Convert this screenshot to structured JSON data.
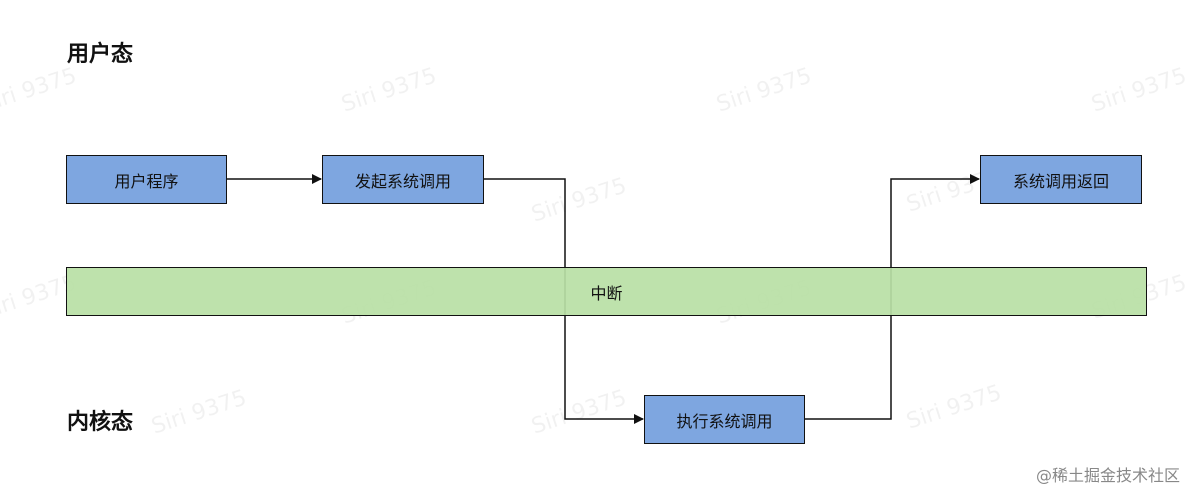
{
  "labels": {
    "user_mode": "用户态",
    "kernel_mode": "内核态"
  },
  "nodes": {
    "user_program": "用户程序",
    "initiate_syscall": "发起系统调用",
    "interrupt": "中断",
    "execute_syscall": "执行系统调用",
    "syscall_return": "系统调用返回"
  },
  "watermark": "Siri 9375",
  "credit": "@稀土掘金技术社区",
  "colors": {
    "node_fill": "#7ea6e0",
    "interrupt_fill": "#b9e0a5",
    "stroke": "#111111"
  }
}
